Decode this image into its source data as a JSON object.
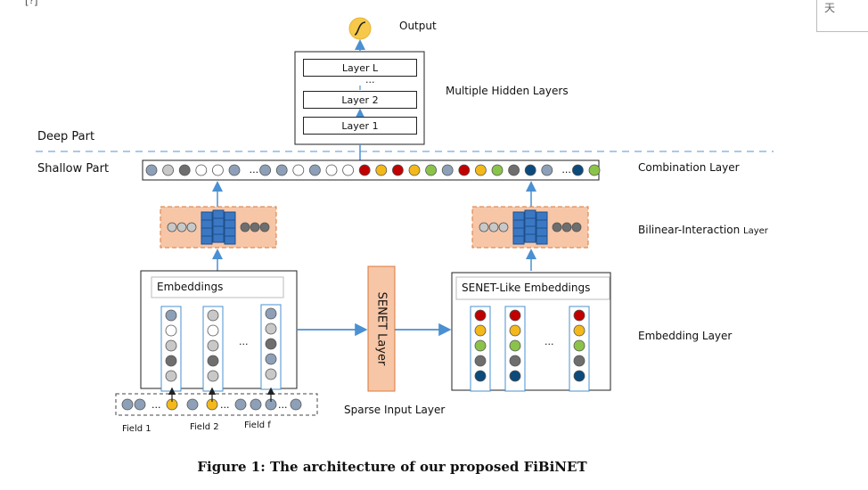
{
  "corner": {
    "top_left": "[?]",
    "top_right": "天"
  },
  "top": {
    "output_label": "Output",
    "layers": [
      "Layer L",
      "...",
      "Layer 2",
      "Layer 1"
    ],
    "hidden_label": "Multiple Hidden Layers"
  },
  "parts": {
    "deep": "Deep Part",
    "shallow": "Shallow Part"
  },
  "layers": {
    "combination": "Combination Layer",
    "bilinear": "Bilinear-Interaction",
    "bilinear_suffix": "Layer",
    "embedding": "Embedding Layer",
    "sparse": "Sparse Input Layer"
  },
  "boxes": {
    "embeddings": "Embeddings",
    "senet_embeddings": "SENET-Like Embeddings",
    "senet_layer": "SENET Layer"
  },
  "fields": [
    "Field 1",
    "Field 2",
    "Field f"
  ],
  "ellipsis": "...",
  "caption": "Figure 1: The architecture of our proposed FiBiNET",
  "colors": {
    "grayblue": "#8ea0b8",
    "white": "#ffffff",
    "lightgray": "#c8c8c8",
    "darkgray": "#6e6e6e",
    "red": "#c00000",
    "yellow": "#f3b81a",
    "green": "#8bc34a",
    "navy": "#0b4a7a",
    "orange_fill": "#f7c6a7",
    "orange_border": "#d9783a",
    "arrow": "#4a90d2",
    "blue_square": "#3b78c4"
  }
}
